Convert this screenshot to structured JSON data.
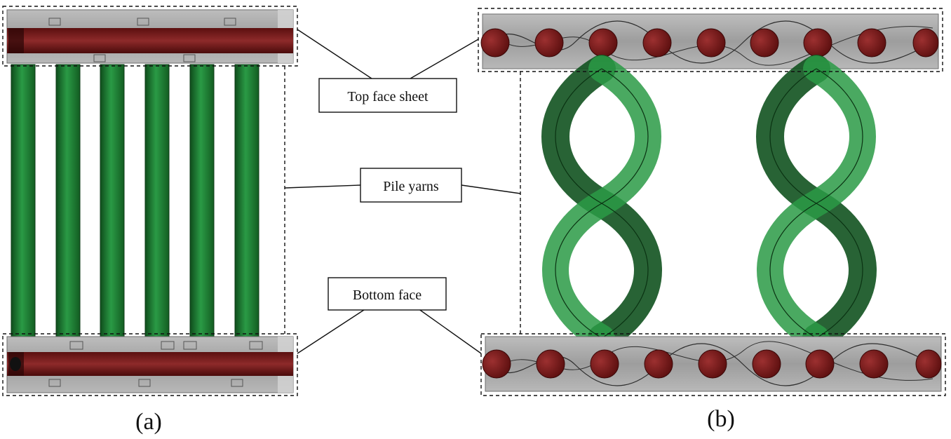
{
  "callouts": {
    "top": "Top face sheet",
    "pile": "Pile yarns",
    "bottom": "Bottom face"
  },
  "panels": {
    "a": "(a)",
    "b": "(b)"
  },
  "colors": {
    "yarn_red": "#7a1c1c",
    "pile_green": "#1f7a33",
    "sheet_grey": "#a9a9a9"
  }
}
